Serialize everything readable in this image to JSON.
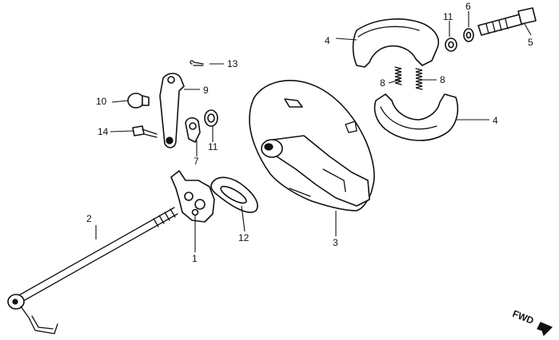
{
  "diagram": {
    "callouts": [
      "1",
      "2",
      "3",
      "4",
      "5",
      "6",
      "7",
      "8",
      "9",
      "10",
      "11",
      "12",
      "13",
      "14"
    ],
    "direction_label": "FWD"
  }
}
